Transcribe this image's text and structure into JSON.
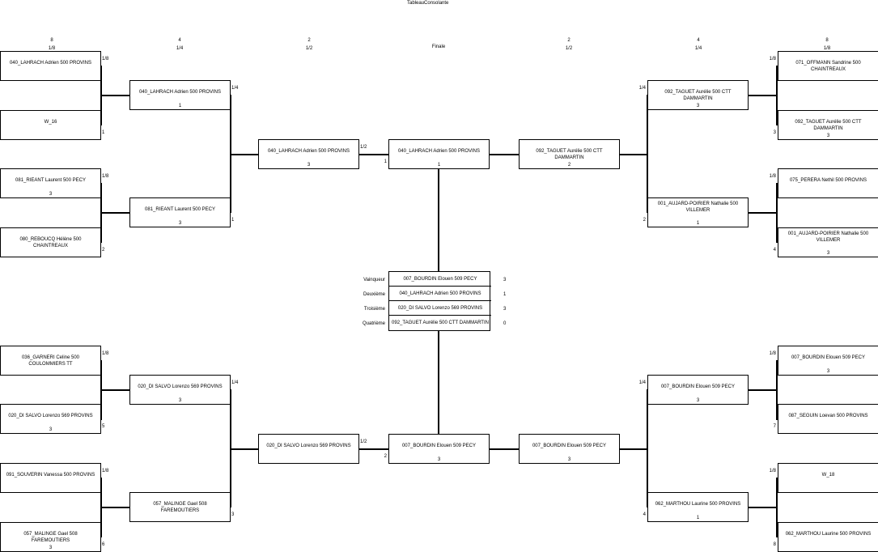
{
  "title": "TableauConsolante",
  "headers": [
    {
      "count": "8",
      "round": "1/8"
    },
    {
      "count": "4",
      "round": "1/4"
    },
    {
      "count": "2",
      "round": "1/2"
    },
    {
      "count": "",
      "round": "Finale"
    },
    {
      "count": "2",
      "round": "1/2"
    },
    {
      "count": "4",
      "round": "1/4"
    },
    {
      "count": "8",
      "round": "1/8"
    }
  ],
  "boxes": [
    {
      "name": "040_LAHRACH Adrien 500 PROVINS",
      "score": "",
      "tag1": "1/8",
      "tag2": ""
    },
    {
      "name": "W_16",
      "score": "",
      "tag1": "",
      "tag2": "1"
    },
    {
      "name": "081_RIEANT Laurent 500 PECY",
      "score": "3",
      "tag1": "1/8",
      "tag2": ""
    },
    {
      "name": "080_REBOUCQ Hélène 500 CHAINTREAUX",
      "score": "",
      "tag1": "",
      "tag2": "2"
    },
    {
      "name": "040_LAHRACH Adrien 500 PROVINS",
      "score": "1",
      "tag1": "1/4",
      "tag2": ""
    },
    {
      "name": "081_RIEANT Laurent 500 PECY",
      "score": "3",
      "tag1": "",
      "tag2": "1"
    },
    {
      "name": "040_LAHRACH Adrien 500 PROVINS",
      "score": "3",
      "tag1": "1/2",
      "tag2": ""
    },
    {
      "name": "040_LAHRACH Adrien 500 PROVINS",
      "score": "1",
      "tag1": "",
      "tag2": "1"
    },
    {
      "name": "092_TAGUET Aurélie 500 CTT DAMMARTIN",
      "score": "2",
      "tag1": "",
      "tag2": ""
    },
    {
      "name": "092_TAGUET Aurélie 500 CTT DAMMARTIN",
      "score": "3",
      "tag1": "1/4",
      "tag2": ""
    },
    {
      "name": "001_AUJARD-POIRIER Nathalie 500 VILLEMER",
      "score": "1",
      "tag1": "",
      "tag2": "2"
    },
    {
      "name": "071_OFFMANN Sandrine 500 CHAINTREAUX",
      "score": "",
      "tag1": "1/8",
      "tag2": ""
    },
    {
      "name": "092_TAGUET Aurélie 500 CTT DAMMARTIN",
      "score": "3",
      "tag1": "",
      "tag2": "3"
    },
    {
      "name": "075_PERERA Nethil 500 PROVINS",
      "score": "",
      "tag1": "1/8",
      "tag2": ""
    },
    {
      "name": "001_AUJARD-POIRIER Nathalie 500 VILLEMER",
      "score": "3",
      "tag1": "",
      "tag2": "4"
    },
    {
      "name": "036_GARNERI Celine 500 COULOMMIERS TT",
      "score": "",
      "tag1": "1/8",
      "tag2": ""
    },
    {
      "name": "020_DI SALVO Lorenzo 569 PROVINS",
      "score": "3",
      "tag1": "",
      "tag2": "5"
    },
    {
      "name": "091_SOUVERIN Vanessa 500 PROVINS",
      "score": "",
      "tag1": "1/8",
      "tag2": ""
    },
    {
      "name": "057_MALINGE Gael 508 FAREMOUTIERS",
      "score": "3",
      "tag1": "",
      "tag2": "6"
    },
    {
      "name": "020_DI SALVO Lorenzo 569 PROVINS",
      "score": "3",
      "tag1": "1/4",
      "tag2": ""
    },
    {
      "name": "057_MALINGE Gael 508 FAREMOUTIERS",
      "score": "",
      "tag1": "",
      "tag2": "3"
    },
    {
      "name": "020_DI SALVO Lorenzo 569 PROVINS",
      "score": "",
      "tag1": "1/2",
      "tag2": ""
    },
    {
      "name": "007_BOURDIN Elouen 509 PECY",
      "score": "3",
      "tag1": "",
      "tag2": "2"
    },
    {
      "name": "007_BOURDIN Elouen 509 PECY",
      "score": "3",
      "tag1": "",
      "tag2": ""
    },
    {
      "name": "007_BOURDIN Elouen 509 PECY",
      "score": "3",
      "tag1": "1/4",
      "tag2": ""
    },
    {
      "name": "062_MARTHOU Laurine 500 PROVINS",
      "score": "1",
      "tag1": "",
      "tag2": "4"
    },
    {
      "name": "007_BOURDIN Elouen 509 PECY",
      "score": "3",
      "tag1": "1/8",
      "tag2": ""
    },
    {
      "name": "087_SEGUIN Loevan 500 PROVINS",
      "score": "",
      "tag1": "",
      "tag2": "7"
    },
    {
      "name": "W_18",
      "score": "",
      "tag1": "1/8",
      "tag2": ""
    },
    {
      "name": "062_MARTHOU Laurine 500 PROVINS",
      "score": "",
      "tag1": "",
      "tag2": "8"
    }
  ],
  "podium": [
    {
      "label": "Vainqueur",
      "name": "007_BOURDIN Elouen 509 PECY",
      "score": "3"
    },
    {
      "label": "Deuxième",
      "name": "040_LAHRACH Adrien 500 PROVINS",
      "score": "1"
    },
    {
      "label": "Troisième",
      "name": "020_DI SALVO Lorenzo 569 PROVINS",
      "score": "3"
    },
    {
      "label": "Quatrième",
      "name": "092_TAGUET Aurélie 500 CTT DAMMARTIN",
      "score": "0"
    }
  ]
}
